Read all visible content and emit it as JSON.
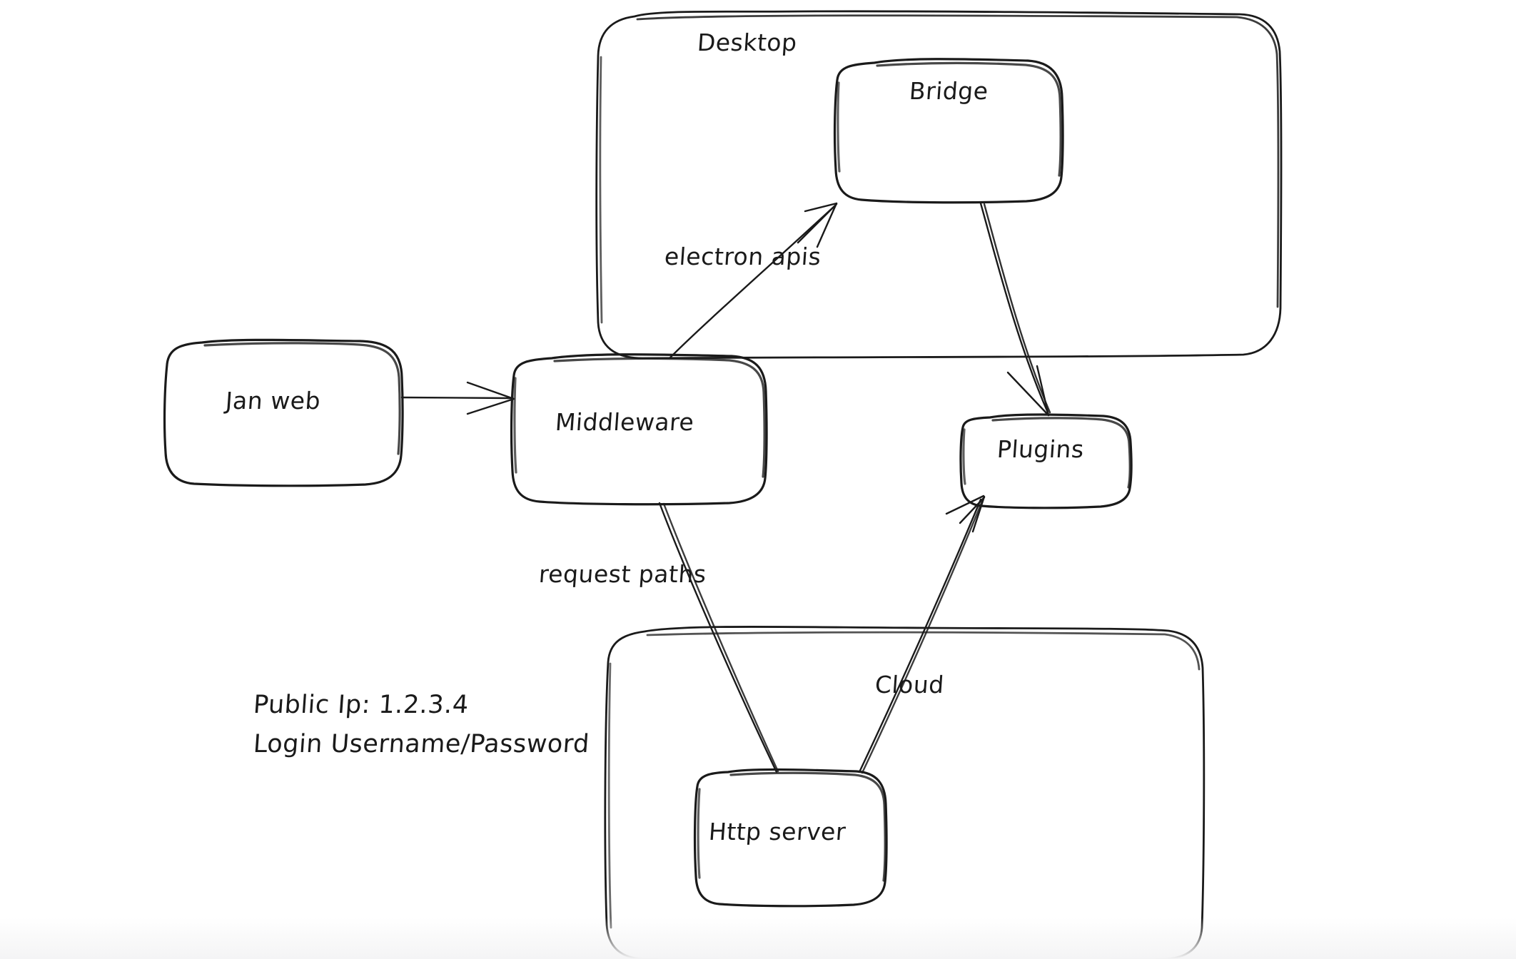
{
  "diagram": {
    "title": "Jan architecture hand-drawn diagram",
    "background_color": "#ffffff",
    "ink_color": "#1a1a1a",
    "groups": [
      {
        "id": "desktop",
        "label": "Desktop"
      },
      {
        "id": "cloud",
        "label": ""
      }
    ],
    "nodes": [
      {
        "id": "jan-web",
        "label": "Jan web"
      },
      {
        "id": "middleware",
        "label": "Middleware"
      },
      {
        "id": "bridge",
        "label": "Bridge"
      },
      {
        "id": "plugins",
        "label": "Plugins"
      },
      {
        "id": "http-server",
        "label": "Http server"
      }
    ],
    "edges": [
      {
        "id": "jan-web-to-middleware",
        "from": "Jan web",
        "to": "Middleware",
        "label": ""
      },
      {
        "id": "middleware-to-bridge",
        "from": "Middleware",
        "to": "Bridge",
        "label": "electron apis"
      },
      {
        "id": "bridge-to-plugins",
        "from": "Bridge",
        "to": "Plugins",
        "label": ""
      },
      {
        "id": "middleware-to-http-server",
        "from": "Middleware",
        "to": "Http server",
        "label": "request paths"
      },
      {
        "id": "http-server-to-plugins",
        "from": "Http server",
        "to": "Plugins",
        "label": "Cloud"
      }
    ],
    "notes": {
      "public_ip_line": "Public Ip: 1.2.3.4",
      "login_line": "Login Username/Password"
    }
  }
}
